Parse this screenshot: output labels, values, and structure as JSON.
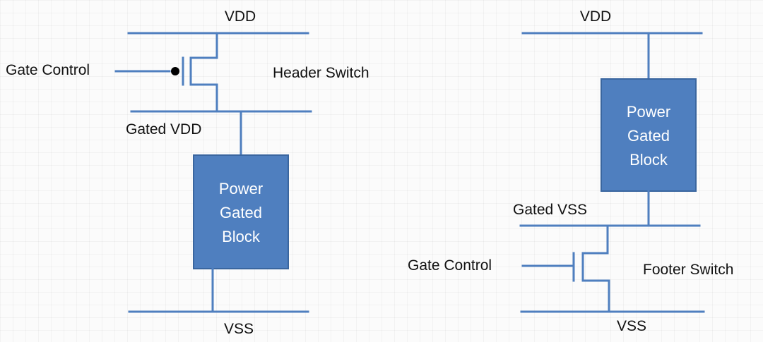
{
  "header_circuit": {
    "vdd_label": "VDD",
    "gate_control_label": "Gate Control",
    "switch_label": "Header Switch",
    "gated_rail_label": "Gated VDD",
    "block_label_lines": [
      "Power",
      "Gated",
      "Block"
    ],
    "vss_label": "VSS"
  },
  "footer_circuit": {
    "vdd_label": "VDD",
    "block_label_lines": [
      "Power",
      "Gated",
      "Block"
    ],
    "gated_rail_label": "Gated VSS",
    "gate_control_label": "Gate Control",
    "switch_label": "Footer Switch",
    "vss_label": "VSS"
  },
  "colors": {
    "wire": "#4f7fbf",
    "block_fill": "#4f7fbf",
    "block_text": "#ffffff",
    "label_text": "#111111"
  }
}
